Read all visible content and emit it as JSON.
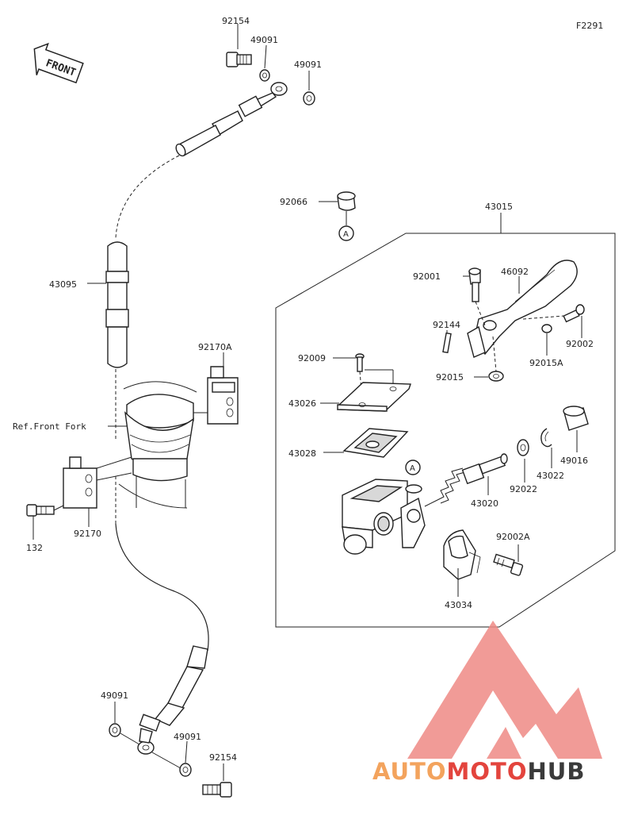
{
  "diagram": {
    "code": "F2291",
    "front_label": "FRONT",
    "ref_label": "Ref.Front Fork",
    "callout_marker": "A",
    "parts": {
      "p92154_top": "92154",
      "p49091_a": "49091",
      "p49091_b": "49091",
      "p92066": "92066",
      "p43015": "43015",
      "p43095": "43095",
      "p92170A": "92170A",
      "p92001": "92001",
      "p46092": "46092",
      "p92144": "92144",
      "p92009": "92009",
      "p43026": "43026",
      "p92015": "92015",
      "p92015A": "92015A",
      "p92002": "92002",
      "p43028": "43028",
      "p49016": "49016",
      "p43022": "43022",
      "p92022": "92022",
      "p43020": "43020",
      "p132": "132",
      "p92170": "92170",
      "p92002A": "92002A",
      "p43034": "43034",
      "p49091_c": "49091",
      "p49091_d": "49091",
      "p92154_bot": "92154"
    }
  },
  "watermark": {
    "part1": "AUTO",
    "part2": "MOTO",
    "part3": "HUB",
    "color_orange": "#f3a35d",
    "color_red": "#e3443d",
    "color_dark": "#3a3a3a"
  }
}
